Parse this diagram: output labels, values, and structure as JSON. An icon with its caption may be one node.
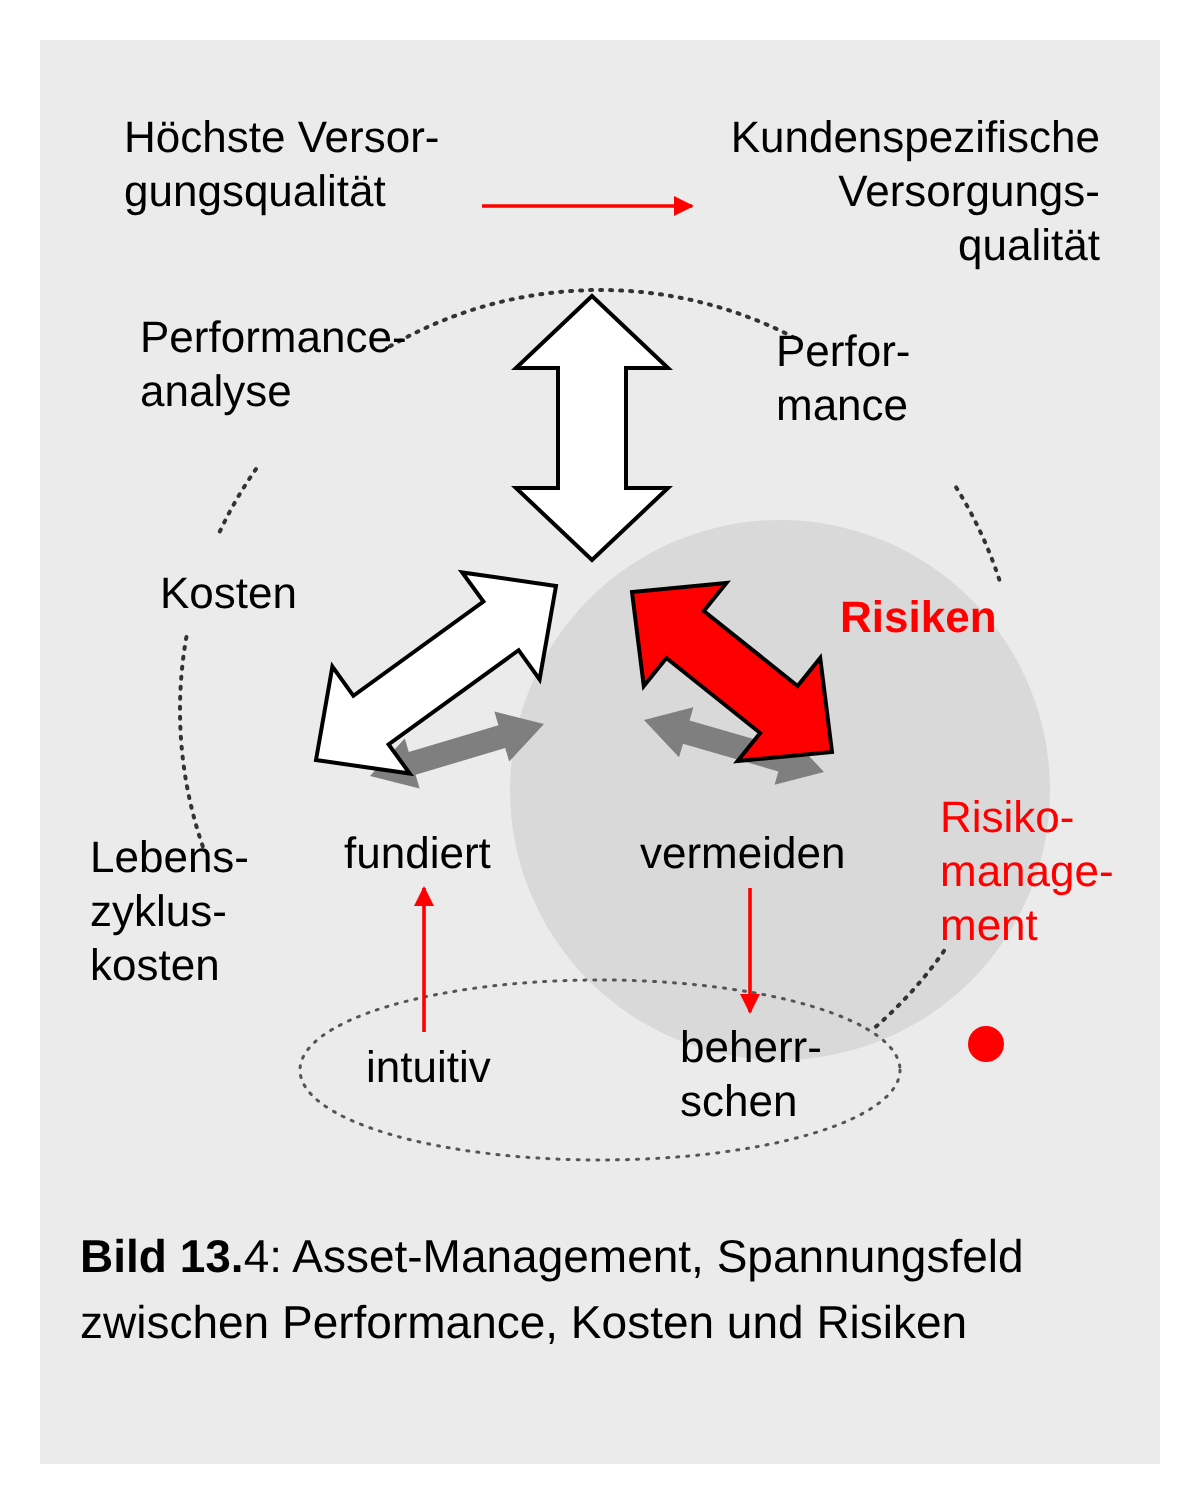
{
  "diagram": {
    "caption": "**Bild 13.**4:  Asset-Management, Spannungsfeld zwischen Performance, Kosten und Risiken",
    "nodes": [
      {
        "text": [
          "Höchste Versor- gungsqualität"
        ]
      },
      {
        "text": [
          "Kundenspezifische Versorgungs- qualität"
        ]
      },
      {
        "text": [
          "fundiert"
        ]
      },
      {
        "text": [
          "vermeiden"
        ]
      },
      {
        "text": [
          "intuitiv"
        ]
      },
      {
        "text": [
          "beherr- schen"
        ]
      }
    ],
    "edges": [
      {
        "from": 0,
        "to": 1,
        "arrow": "to"
      },
      {
        "from": 4,
        "to": 2,
        "arrow": "to"
      },
      {
        "from": 3,
        "to": 5,
        "arrow": "to"
      }
    ],
    "labels": [
      "Performance- analyse",
      "Perfor- mance",
      "Kosten",
      "Risiken",
      "Lebens- zyklus- kosten",
      "Risiko- manage- ment"
    ]
  }
}
